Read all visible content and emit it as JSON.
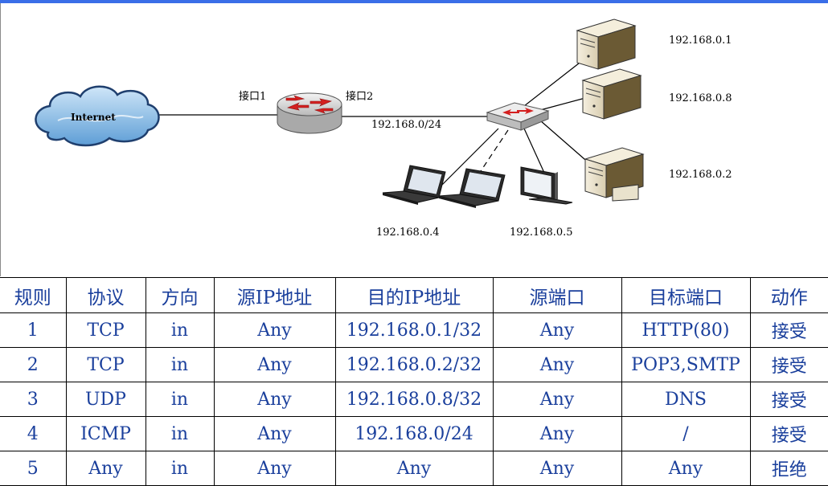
{
  "diagram": {
    "cloud_label": "Internet",
    "iface1_label": "接口1",
    "iface2_label": "接口2",
    "subnet_label": "192.168.0/24",
    "hosts": [
      {
        "id": "server-1",
        "label": "192.168.0.1",
        "icon": "server-icon"
      },
      {
        "id": "server-8",
        "label": "192.168.0.8",
        "icon": "server-icon"
      },
      {
        "id": "server-2",
        "label": "192.168.0.2",
        "icon": "server-icon"
      },
      {
        "id": "laptop-4",
        "label": "192.168.0.4",
        "icon": "laptop-icon"
      },
      {
        "id": "workstation-5",
        "label": "192.168.0.5",
        "icon": "monitor-icon"
      }
    ],
    "colors": {
      "accent_bar": "#3a6ee8",
      "table_text": "#1a3f9c",
      "router_arrows": "#d42020",
      "cloud": "#7ab3e0"
    }
  },
  "table": {
    "headers": [
      "规则",
      "协议",
      "方向",
      "源IP地址",
      "目的IP地址",
      "源端口",
      "目标端口",
      "动作"
    ],
    "rows": [
      [
        "1",
        "TCP",
        "in",
        "Any",
        "192.168.0.1/32",
        "Any",
        "HTTP(80)",
        "接受"
      ],
      [
        "2",
        "TCP",
        "in",
        "Any",
        "192.168.0.2/32",
        "Any",
        "POP3,SMTP",
        "接受"
      ],
      [
        "3",
        "UDP",
        "in",
        "Any",
        "192.168.0.8/32",
        "Any",
        "DNS",
        "接受"
      ],
      [
        "4",
        "ICMP",
        "in",
        "Any",
        "192.168.0/24",
        "Any",
        "/",
        "接受"
      ],
      [
        "5",
        "Any",
        "in",
        "Any",
        "Any",
        "Any",
        "Any",
        "拒绝"
      ]
    ]
  }
}
